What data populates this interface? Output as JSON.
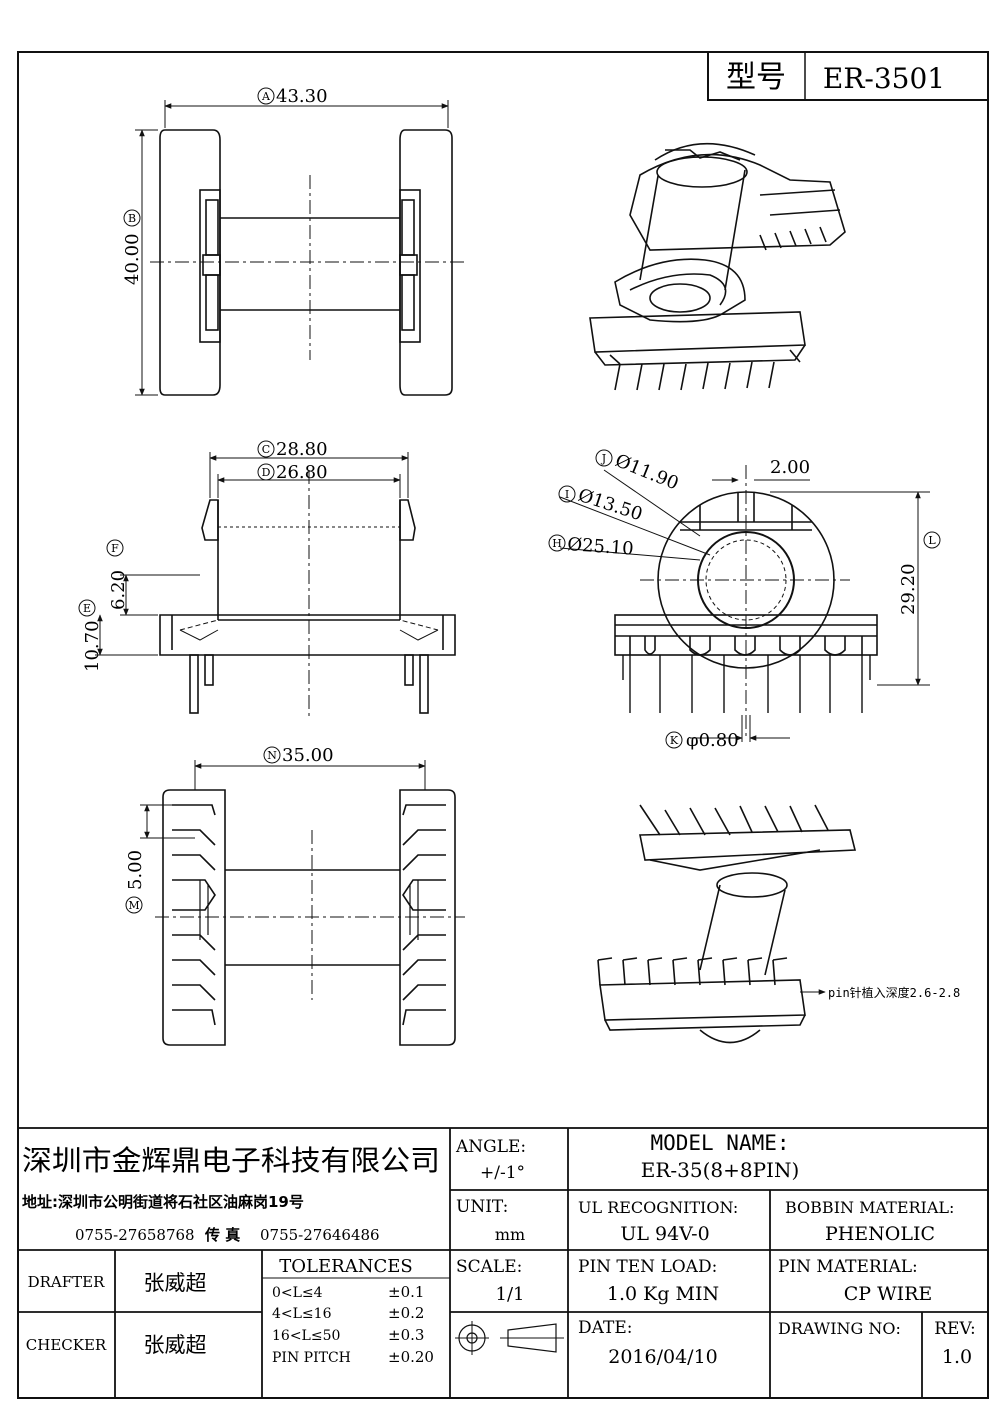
{
  "model_box": {
    "label": "型号",
    "value": "ER-3501"
  },
  "views": {
    "top": {
      "A": {
        "tag": "A",
        "value": "43.30"
      },
      "B": {
        "tag": "B",
        "value": "40.00"
      }
    },
    "side": {
      "C": {
        "tag": "C",
        "value": "28.80"
      },
      "D": {
        "tag": "D",
        "value": "26.80"
      },
      "F": {
        "tag": "F",
        "value": "6.20"
      },
      "E": {
        "tag": "E",
        "value": "10.70"
      }
    },
    "bottom": {
      "N": {
        "tag": "N",
        "value": "35.00"
      },
      "M": {
        "tag": "M",
        "value": "5.00"
      }
    },
    "front": {
      "J": {
        "tag": "J",
        "value": "Ø11.90"
      },
      "I": {
        "tag": "I",
        "value": "Ø13.50"
      },
      "H": {
        "tag": "H",
        "value": "Ø25.10"
      },
      "slot": "2.00",
      "L": {
        "tag": "L",
        "value": "29.20"
      },
      "K": {
        "tag": "K",
        "value": "φ0.80"
      }
    },
    "note": "pin针植入深度2.6-2.8"
  },
  "title_block": {
    "company": "深圳市金辉鼎电子科技有限公司",
    "address": "地址:深圳市公明街道将石社区油麻岗19号",
    "phone": "0755-27658768",
    "fax_label": "传 真",
    "fax": "0755-27646486",
    "drafter_label": "DRAFTER",
    "drafter": "张威超",
    "checker_label": "CHECKER",
    "checker": "张威超",
    "tolerances_title": "TOLERANCES",
    "tolerances": [
      {
        "range": "0<L≤4",
        "value": "±0.1"
      },
      {
        "range": "4<L≤16",
        "value": "±0.2"
      },
      {
        "range": "16<L≤50",
        "value": "±0.3"
      },
      {
        "range": "PIN PITCH",
        "value": "±0.20"
      }
    ],
    "angle_label": "ANGLE:",
    "angle": "+/-1°",
    "unit_label": "UNIT:",
    "unit": "mm",
    "scale_label": "SCALE:",
    "scale": "1/1",
    "model_name_label": "MODEL NAME:",
    "model_name": "ER-35(8+8PIN)",
    "ul_label": "UL RECOGNITION:",
    "ul": "UL 94V-0",
    "bobbin_label": "BOBBIN MATERIAL:",
    "bobbin": "PHENOLIC",
    "pin_load_label": "PIN TEN LOAD:",
    "pin_load": "1.0 Kg MIN",
    "pin_mat_label": "PIN MATERIAL:",
    "pin_mat": "CP WIRE",
    "date_label": "DATE:",
    "date": "2016/04/10",
    "drawing_no_label": "DRAWING NO:",
    "rev_label": "REV:",
    "rev": "1.0"
  }
}
